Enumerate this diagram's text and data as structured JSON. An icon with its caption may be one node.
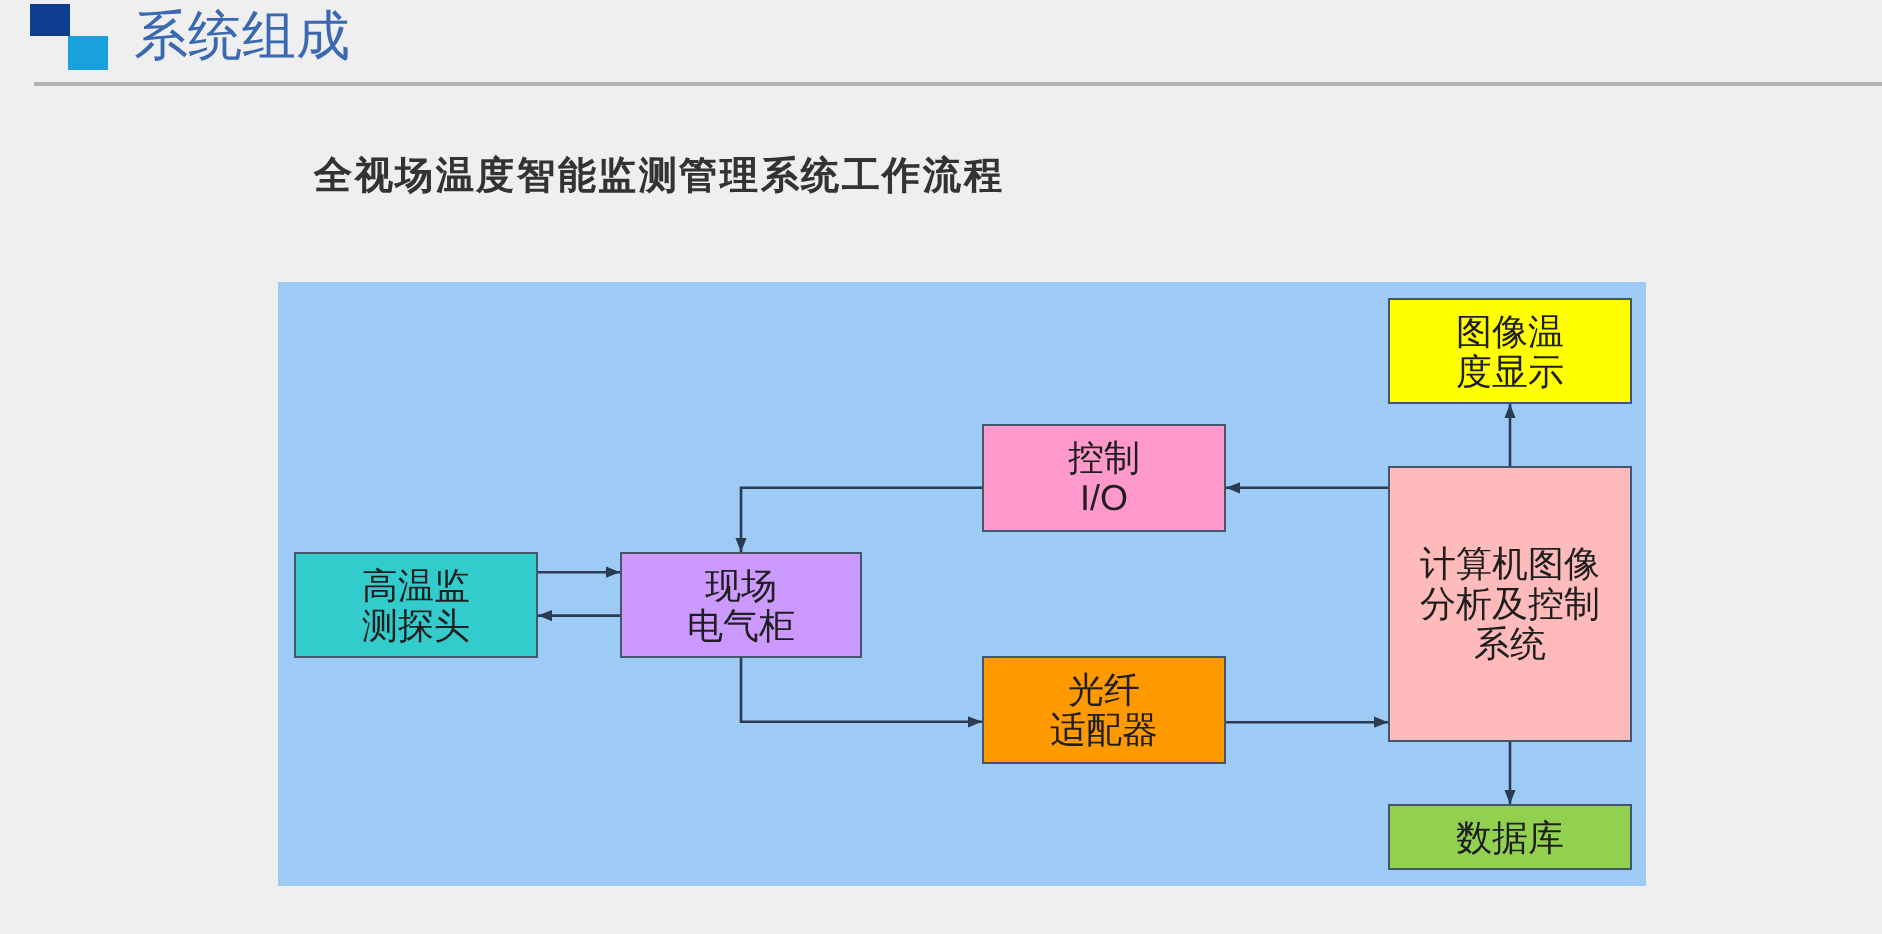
{
  "diagram": {
    "title": "系统组成",
    "nodes": [
      {
        "text": [
          "高温监测探头"
        ]
      },
      {
        "text": [
          "现场电气柜"
        ]
      },
      {
        "text": [
          "控制I/O"
        ]
      },
      {
        "text": [
          "光纤适配器"
        ]
      },
      {
        "text": [
          "计算机图像分析及控制系统"
        ]
      },
      {
        "text": [
          "图像温度显示"
        ]
      },
      {
        "text": [
          "数据库"
        ]
      }
    ],
    "edges": [
      {
        "from": 0,
        "to": 1,
        "arrow": "to"
      },
      {
        "from": 1,
        "to": 0,
        "arrow": "to"
      },
      {
        "from": 4,
        "to": 2,
        "arrow": "to"
      },
      {
        "from": 2,
        "to": 1,
        "arrow": "to"
      },
      {
        "from": 1,
        "to": 3,
        "arrow": "to"
      },
      {
        "from": 3,
        "to": 4,
        "arrow": "to"
      },
      {
        "from": 4,
        "to": 5,
        "arrow": "to"
      },
      {
        "from": 4,
        "to": 6,
        "arrow": "to"
      }
    ],
    "labels": [
      "全视场温度智能监测管理系统工作流程"
    ]
  }
}
